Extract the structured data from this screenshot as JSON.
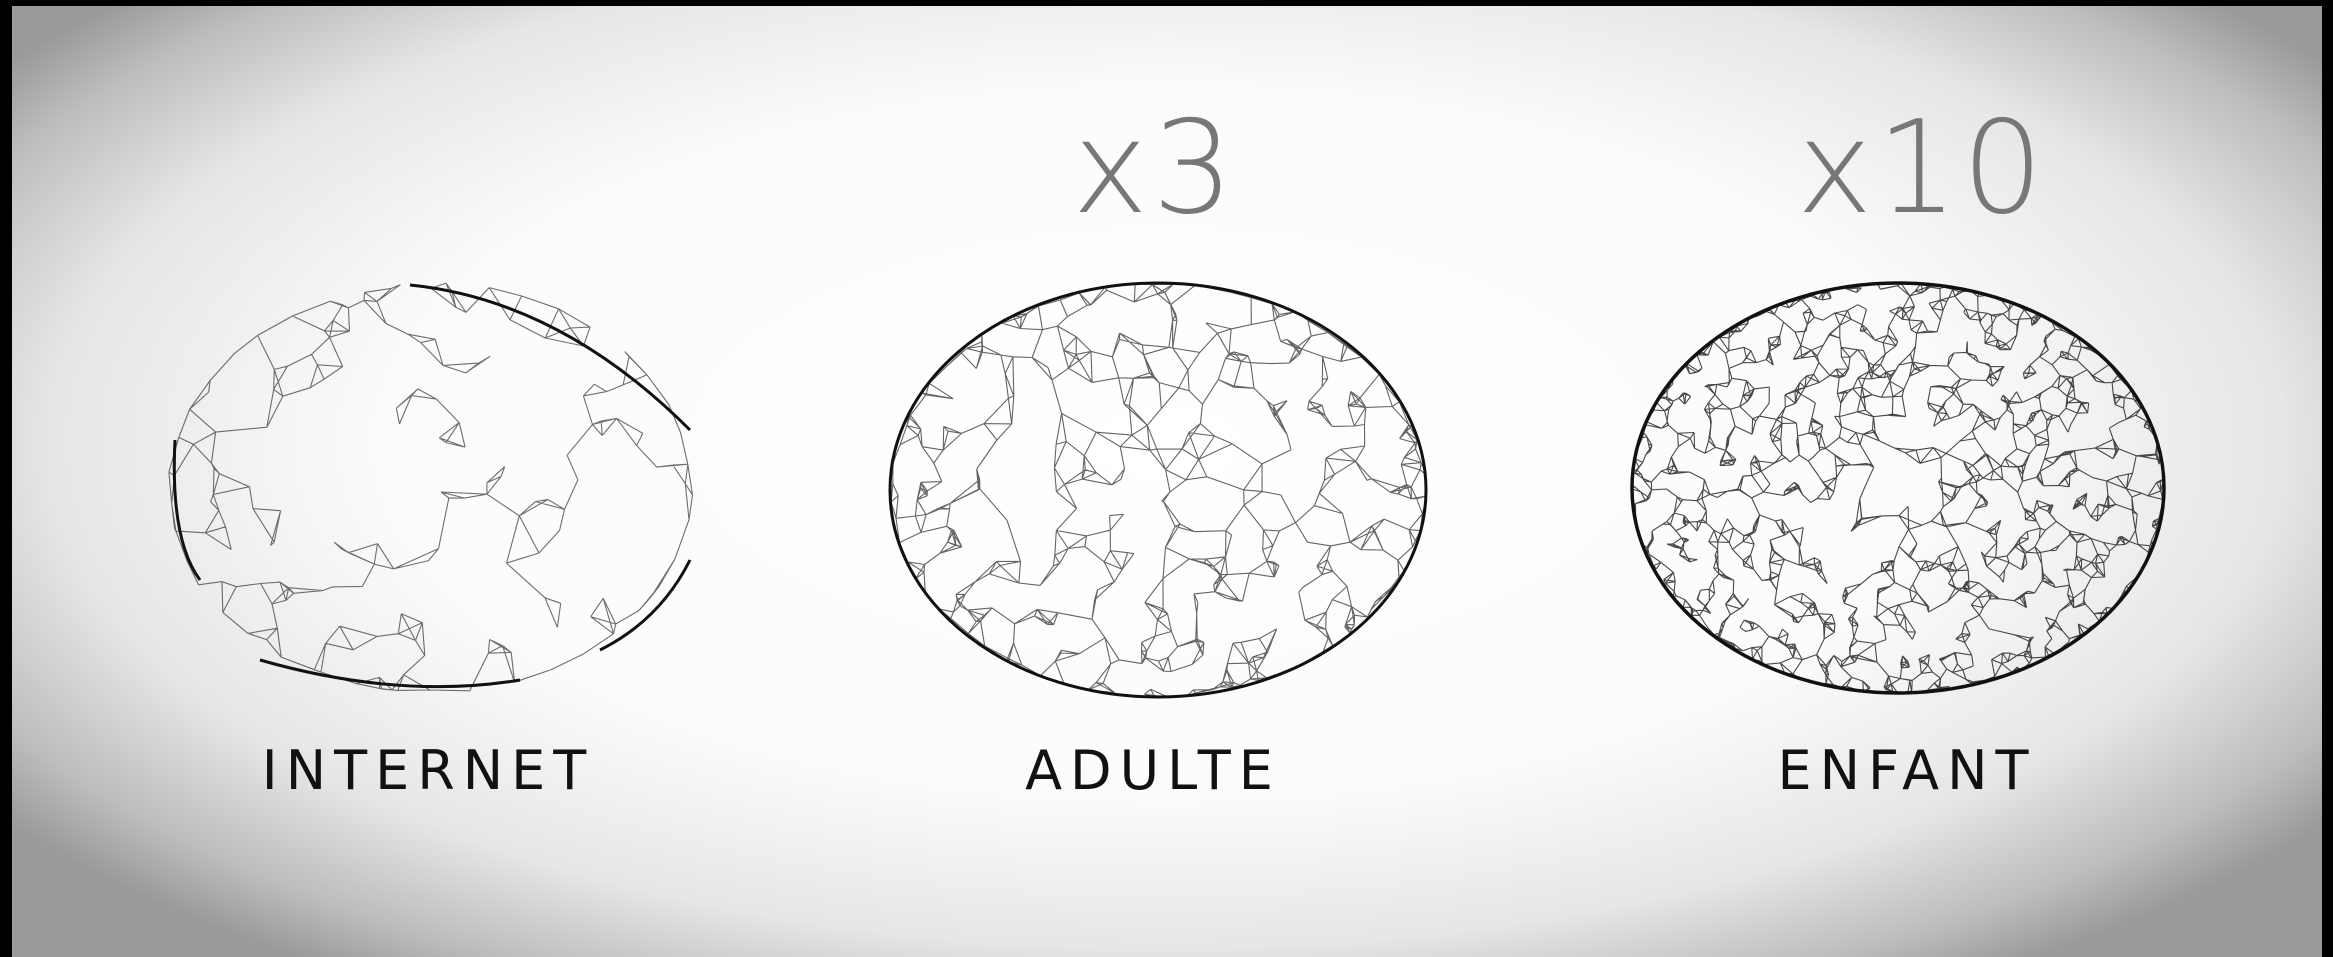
{
  "spheres": [
    {
      "label": "INTERNET",
      "multiplier": "",
      "density": "sparse"
    },
    {
      "label": "ADULTE",
      "multiplier": "x3",
      "density": "medium"
    },
    {
      "label": "ENFANT",
      "multiplier": "x10",
      "density": "dense"
    }
  ]
}
